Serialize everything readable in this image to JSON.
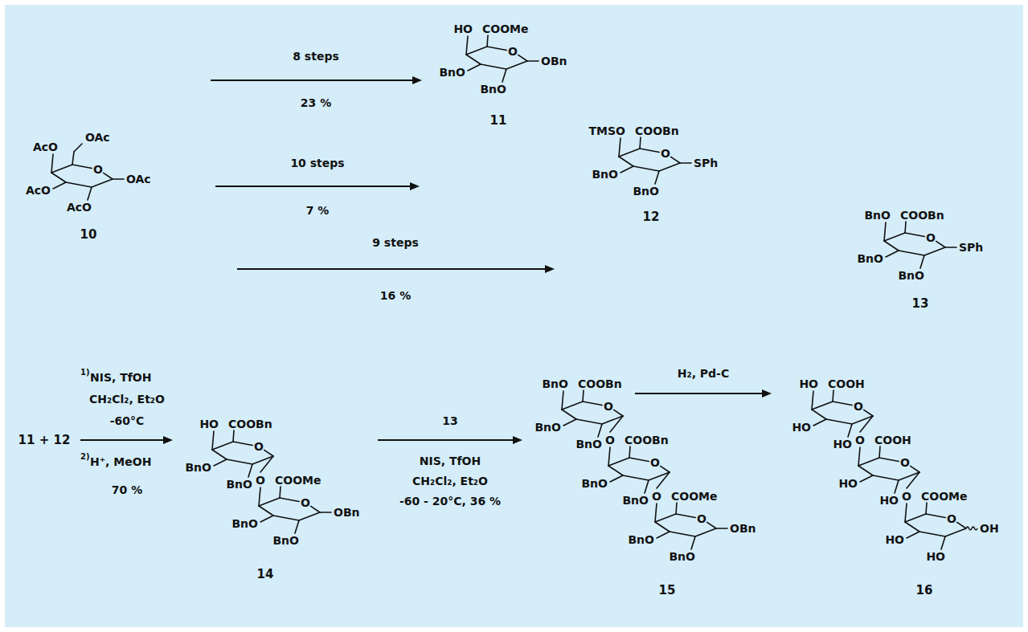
{
  "diagram": {
    "labels": [
      "AcO",
      "OAc",
      "O",
      "OAc",
      "AcO",
      "AcO",
      "10",
      "8 steps",
      "23 %",
      "10 steps",
      "7 %",
      "9 steps",
      "16 %",
      "HO",
      "COOMe",
      "O",
      "OBn",
      "BnO",
      "BnO",
      "11",
      "TMSO",
      "COOBn",
      "O",
      "SPh",
      "BnO",
      "BnO",
      "12",
      "BnO",
      "COOBn",
      "O",
      "SPh",
      "BnO",
      "BnO",
      "13",
      "11 + 12",
      "1)",
      "NIS, TfOH",
      "CH₂Cl₂, Et₂O",
      "-60°C",
      "2)",
      "H⁺, MeOH",
      "70 %",
      "HO",
      "COOBn",
      "O",
      "BnO",
      "BnO",
      "O",
      "COOMe",
      "O",
      "OBn",
      "BnO",
      "BnO",
      "14",
      "13",
      "NIS, TfOH",
      "CH₂Cl₂, Et₂O",
      "-60 - 20°C, 36 %",
      "BnO",
      "COOBn",
      "O",
      "BnO",
      "BnO",
      "O",
      "COOBn",
      "O",
      "BnO",
      "BnO",
      "O",
      "COOMe",
      "O",
      "OBn",
      "BnO",
      "BnO",
      "15",
      "H₂, Pd-C",
      "HO",
      "COOH",
      "O",
      "HO",
      "HO",
      "O",
      "COOH",
      "O",
      "HO",
      "HO",
      "O",
      "COOMe",
      "O",
      "OH",
      "HO",
      "HO",
      "16"
    ]
  }
}
